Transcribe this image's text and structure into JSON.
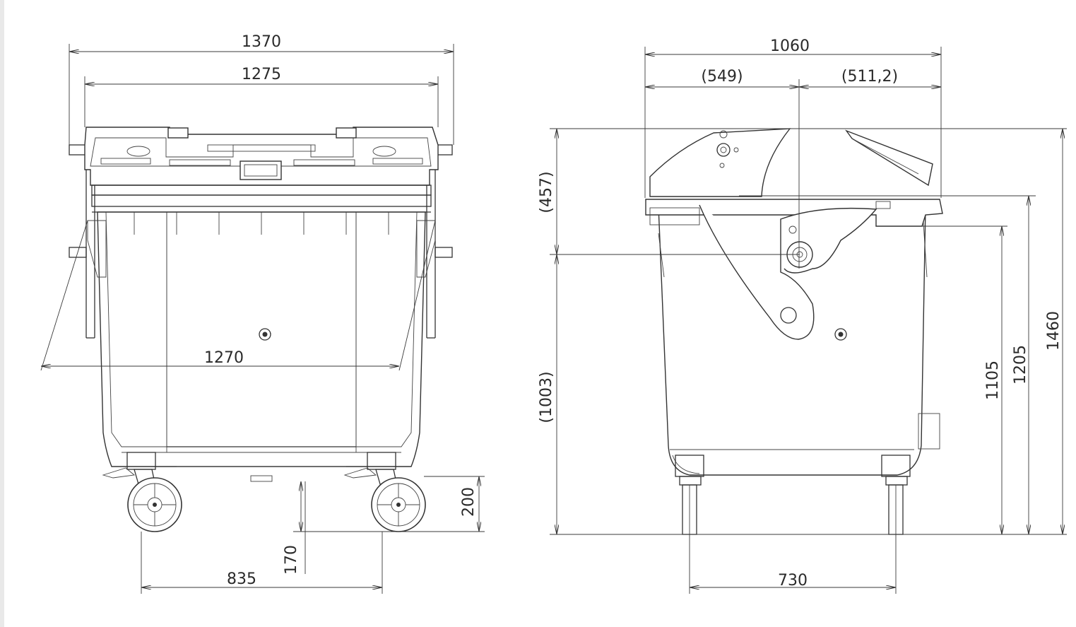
{
  "colors": {
    "line": "#333333",
    "background": "#ffffff",
    "edge_strip": "#e9e9e9"
  },
  "front_view": {
    "dim_overall_width": "1370",
    "dim_lid_width": "1275",
    "dim_body_width": "1270",
    "dim_wheel_track": "835",
    "dim_ground_clearance": "170",
    "dim_pedal_height": "200"
  },
  "side_view": {
    "dim_overall_depth": "1060",
    "dim_front_part": "(549)",
    "dim_rear_part": "(511,2)",
    "dim_lid_height": "(457)",
    "dim_body_height": "(1003)",
    "dim_height_1105": "1105",
    "dim_height_1205": "1205",
    "dim_total_height": "1460",
    "dim_wheelbase": "730"
  }
}
